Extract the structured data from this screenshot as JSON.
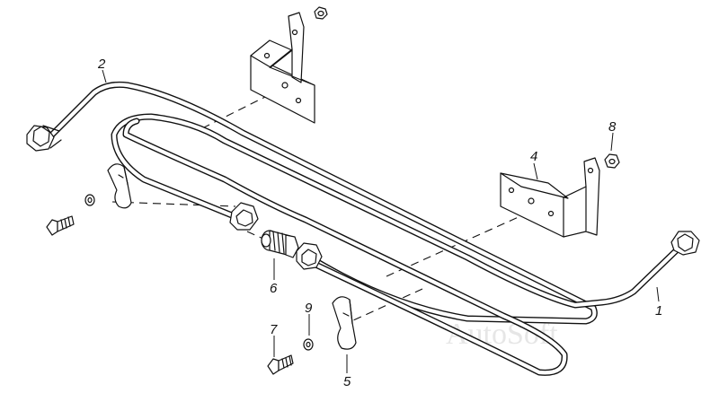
{
  "callouts": {
    "c1": "1",
    "c2": "2",
    "c4": "4",
    "c5": "5",
    "c6": "6",
    "c7": "7",
    "c8": "8",
    "c9": "9"
  },
  "watermark": "AutoSoft",
  "colors": {
    "ink": "#111111",
    "background": "#ffffff",
    "watermark": "#c9c9c9"
  }
}
